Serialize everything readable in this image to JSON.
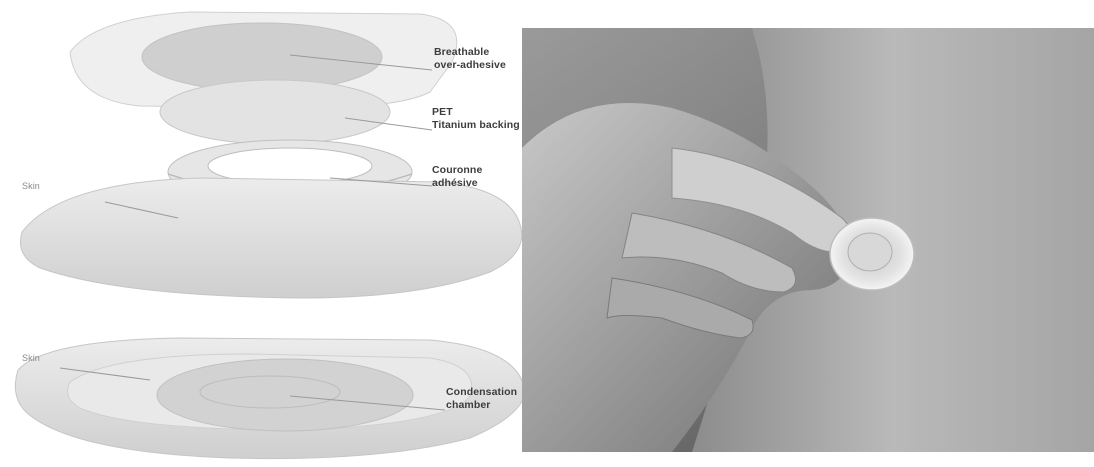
{
  "labels": {
    "over_adhesive": [
      "Breathable",
      "over-adhesive"
    ],
    "pet": [
      "PET",
      "Titanium backing"
    ],
    "couronne": [
      "Couronne",
      "adhésive"
    ],
    "skin_top": "Skin",
    "skin_bottom": "Skin",
    "condensation": [
      "Condensation",
      "chamber"
    ]
  }
}
